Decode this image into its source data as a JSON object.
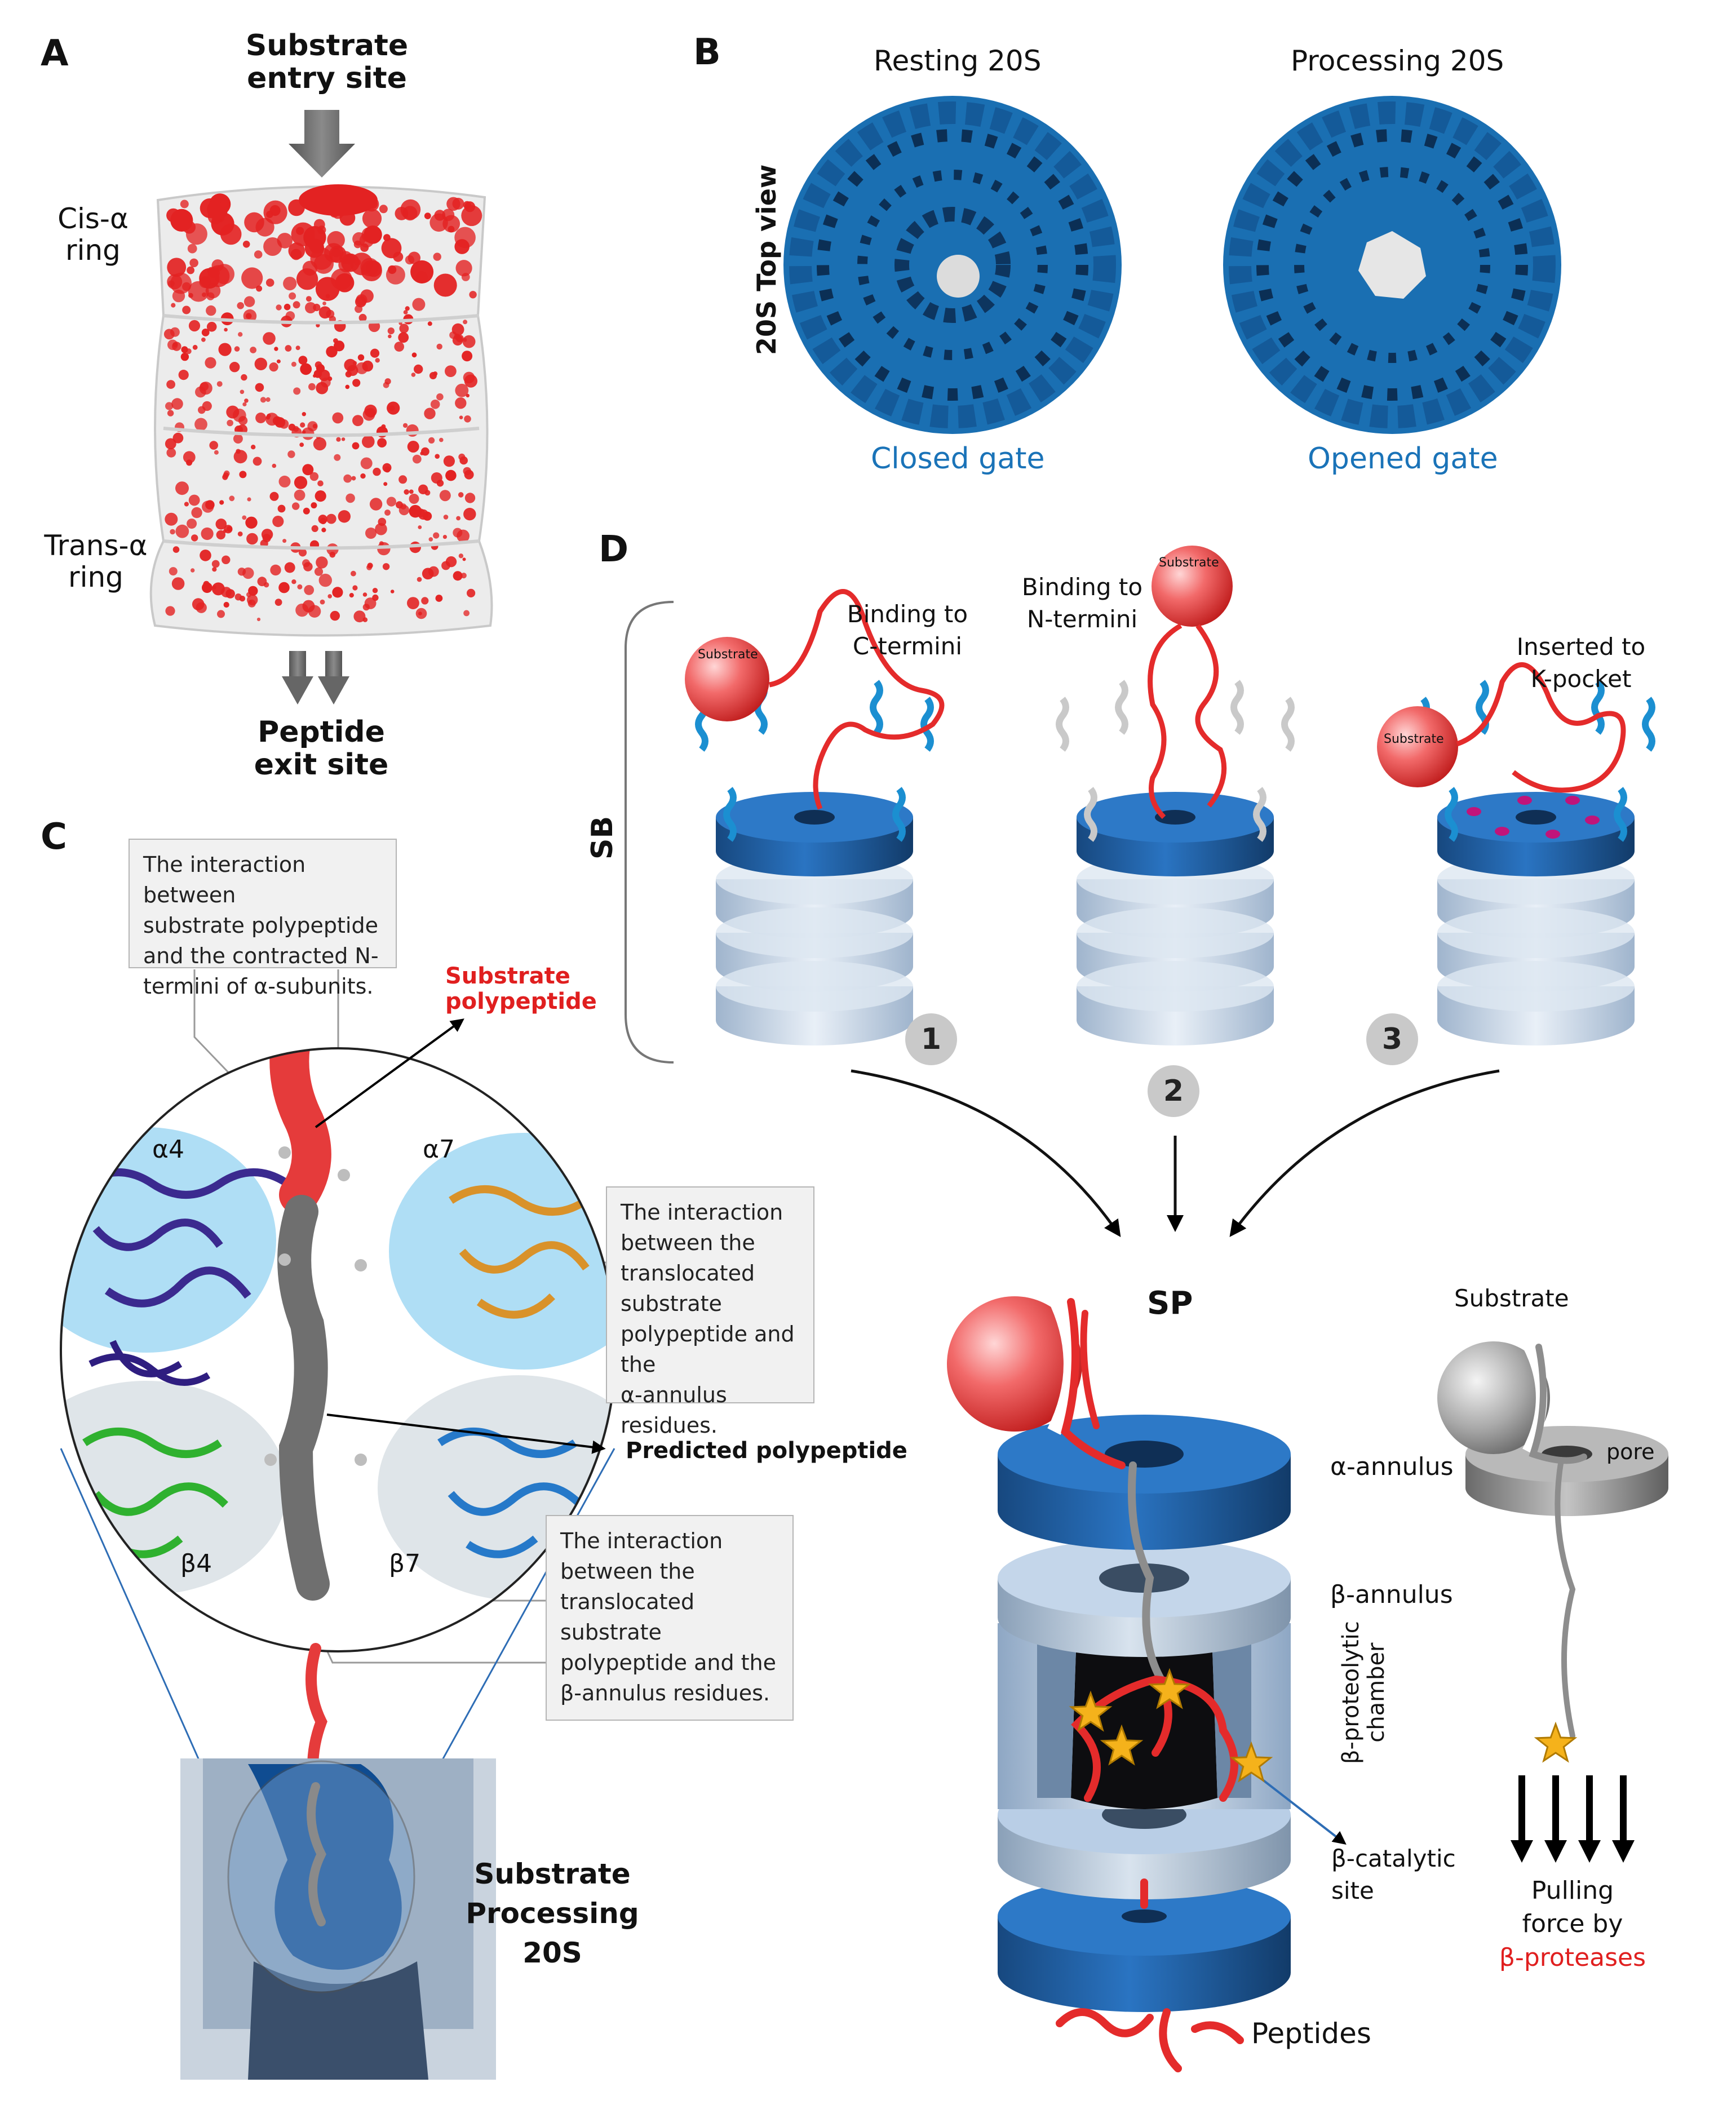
{
  "panels": {
    "a": "A",
    "b": "B",
    "c": "C",
    "d": "D"
  },
  "panel_a": {
    "entry_line1": "Substrate",
    "entry_line2": "entry site",
    "cis_line1": "Cis-α",
    "cis_line2": "ring",
    "trans_line1": "Trans-α",
    "trans_line2": "ring",
    "exit_line1": "Peptide",
    "exit_line2": "exit site"
  },
  "panel_b": {
    "vertical_label": "20S Top view",
    "left_title": "Resting 20S",
    "right_title": "Processing 20S",
    "left_caption": "Closed gate",
    "right_caption": "Opened gate"
  },
  "panel_c": {
    "note1": [
      "The interaction between",
      "substrate polypeptide",
      "and the contracted N-",
      "termini of α-subunits."
    ],
    "note2": [
      "The interaction",
      "between the",
      "translocated",
      "substrate",
      "polypeptide and the",
      "α-annulus residues."
    ],
    "note3": [
      "The interaction",
      "between the",
      "translocated",
      "substrate",
      "polypeptide and the",
      "β-annulus residues."
    ],
    "substrate_line1": "Substrate",
    "substrate_line2": "polypeptide",
    "predicted": "Predicted polypeptide",
    "alpha4": "α4",
    "alpha7": "α7",
    "beta4": "β4",
    "beta7": "β7",
    "processing_line1": "Substrate",
    "processing_line2": "Processing",
    "processing_line3": "20S"
  },
  "panel_d": {
    "sb": "SB",
    "sp": "SP",
    "state1_line1": "Binding to",
    "state1_line2": "C-termini",
    "state2_line1": "Binding to",
    "state2_line2": "N-termini",
    "state3_line1": "Inserted to",
    "state3_line2": "K-pocket",
    "sphere_label": "Substrate",
    "step_numbers": [
      "1",
      "2",
      "3"
    ],
    "alpha_annulus": "α-annulus",
    "beta_annulus": "β-annulus",
    "chamber_line1": "β-proteolytic",
    "chamber_line2": "chamber",
    "catalytic_line1": "β-catalytic",
    "catalytic_line2": "site",
    "peptides": "Peptides",
    "substrate": "Substrate",
    "pore": "pore",
    "pulling_line1": "Pulling",
    "pulling_line2": "force by",
    "pulling_line3": "β-proteases"
  },
  "colors": {
    "proteasome_blue": "#1f64b0",
    "map_blue": "#1a6fb2",
    "substrate_red": "#e42b2b",
    "text_blue": "#1a73b8",
    "star_yellow": "#f5b21b"
  }
}
